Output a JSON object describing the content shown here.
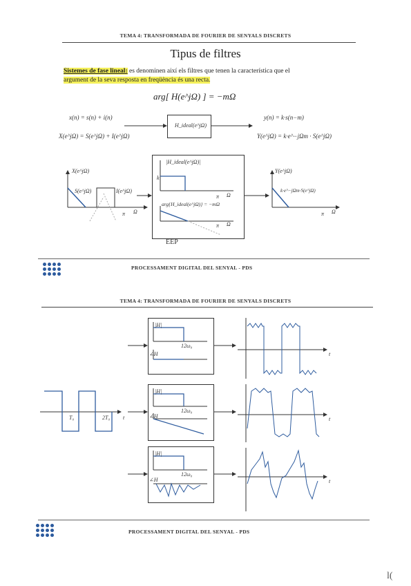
{
  "page1": {
    "header": "TEMA 4: TRANSFORMADA DE FOURIER DE SENYALS DISCRETS",
    "title": "Tipus de filtres",
    "intro_term": "Sistemes de fase lineal:",
    "intro_text": "es denominen així els filtres que tenen la característica que el",
    "intro_highlight": "argument de la seva resposta en freqüència és una recta.",
    "formula": "arg[ H(e^jΩ) ] = −mΩ",
    "input_time": "x(n) = s(n) + i(n)",
    "input_freq": "X(e^jΩ) = S(e^jΩ) + I(e^jΩ)",
    "block_label": "H_ideal(e^jΩ)",
    "output_time": "y(n) = k·s(n−m)",
    "output_freq": "Y(e^jΩ) = k·e^−jΩm · S(e^jΩ)",
    "plot_in": {
      "ylabel": "X(e^jΩ)",
      "s_label": "S(e^jΩ)",
      "i_label": "I(e^jΩ)",
      "pi": "π",
      "omega": "Ω"
    },
    "plot_mid": {
      "mag_label": "|H_ideal(e^jΩ)|",
      "k": "k",
      "phase_label": "arg{H_ideal(e^jΩ)} = −mΩ",
      "pi": "π",
      "omega": "Ω"
    },
    "plot_out": {
      "ylabel": "Y(e^jΩ)",
      "s_label": "k·e^−jΩm·S(e^jΩ)",
      "pi": "π",
      "omega": "Ω"
    },
    "scribble": "EEP",
    "footer": "PROCESSAMENT DIGITAL DEL SENYAL - PDS"
  },
  "page2": {
    "header": "TEMA 4: TRANSFORMADA DE FOURIER DE SENYALS DISCRETS",
    "input": {
      "t0": "T₀",
      "t1": "2T₀",
      "t": "t"
    },
    "filters": [
      {
        "mag": "|H|",
        "phase": "∠H",
        "cutoff": "12ω₀",
        "t": "t"
      },
      {
        "mag": "|H|",
        "phase": "∠H",
        "cutoff": "12ω₀",
        "t": "t"
      },
      {
        "mag": "|H|",
        "phase": "∠H",
        "cutoff": "12ω₀",
        "t": "t"
      }
    ],
    "footer": "PROCESSAMENT DIGITAL DEL SENYAL - PDS"
  },
  "page_mark": "l("
}
